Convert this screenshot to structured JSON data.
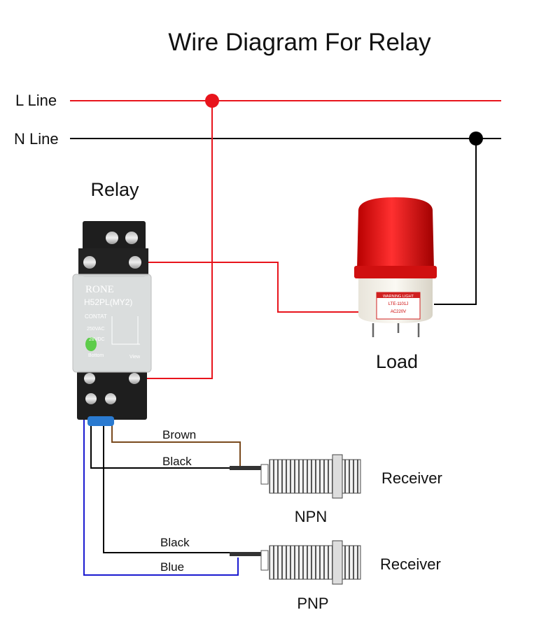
{
  "title": "Wire Diagram For Relay",
  "lines": {
    "l_line": "L Line",
    "n_line": "N Line"
  },
  "relay": {
    "label": "Relay",
    "brand": "RONE",
    "model": "H52PL(MY2)",
    "contact": "CONTAT",
    "rating_ac": "250VAC",
    "rating_dc": "28VDC",
    "bottom": "Bottom",
    "view": "View"
  },
  "load": {
    "label": "Load",
    "plate_title": "WARNING LIGHT",
    "plate_model": "LTE-1101J",
    "plate_voltage": "AC220V"
  },
  "wires": {
    "brown": "Brown",
    "black_npn": "Black",
    "black_pnp": "Black",
    "blue": "Blue"
  },
  "sensors": [
    {
      "type": "NPN",
      "label": "Receiver"
    },
    {
      "type": "PNP",
      "label": "Receiver"
    }
  ],
  "colors": {
    "live": "#e8141c",
    "neutral": "#000000",
    "brown": "#7a4a1e",
    "blue": "#1a1ad0",
    "lamp": "#e01010"
  }
}
